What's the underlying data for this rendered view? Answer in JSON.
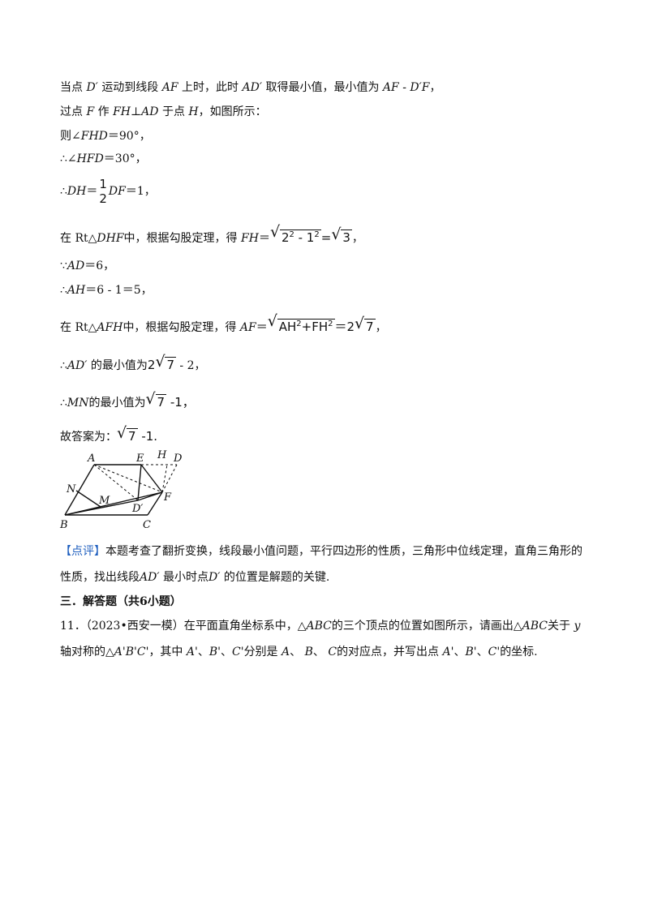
{
  "lines": {
    "l1": {
      "a": "当点",
      "b": "D′",
      "c": "运动到线段",
      "d": "AF",
      "e": "上时，此时",
      "f": "AD′",
      "g": "取得最小值，最小值为",
      "h": "AF - D′F",
      "i": "，"
    },
    "l2": {
      "a": "过点",
      "b": "F",
      "c": "作",
      "d": "FH⊥AD",
      "e": "于点",
      "f": "H",
      "g": "，如图所示："
    },
    "l3": {
      "a": "则∠",
      "b": "FHD",
      "c": "＝90°，"
    },
    "l4": {
      "a": "∴∠",
      "b": "HFD",
      "c": "＝30°，"
    },
    "l5": {
      "a": "∴",
      "b": "DH",
      "c": "＝",
      "num": "1",
      "den": "2",
      "d": "DF",
      "e": "＝1，"
    },
    "l6": {
      "a": "在 Rt△",
      "b": "DHF",
      "c": "中，根据勾股定理，得",
      "d": "FH",
      "e": "＝",
      "r1": "2",
      "s1": "2",
      "r2": " - 1",
      "s2": "2",
      "f": "=",
      "g": "3",
      "h": "，"
    },
    "l7": {
      "a": "∵",
      "b": "AD",
      "c": "＝6，"
    },
    "l8": {
      "a": "∴",
      "b": "AH",
      "c": "＝6 - 1＝5，"
    },
    "l9": {
      "a": "在 Rt△",
      "b": "AFH",
      "c": "中，根据勾股定理，得",
      "d": "AF",
      "e": "＝",
      "r1": "AH",
      "s1": "2",
      "r2": "+FH",
      "s2": "2",
      "f": "＝2",
      "g": "7",
      "h": "，"
    },
    "l10": {
      "a": "∴",
      "b": "AD′",
      "c": "的最小值为",
      "d": "2",
      "e": "7",
      "f": " - 2，"
    },
    "l11": {
      "a": "∴",
      "b": "MN",
      "c": "的最小值为",
      "d": "7",
      "e": " -1，"
    },
    "l12": {
      "a": "故答案为：",
      "b": "7",
      "c": " -1."
    }
  },
  "diagram_labels": {
    "A": "A",
    "E": "E",
    "H": "H",
    "D": "D",
    "N": "N",
    "M": "M",
    "Dp": "D′",
    "F": "F",
    "B": "B",
    "C": "C"
  },
  "comment": {
    "tag": "【点评】",
    "text1": "本题考查了翻折变换，线段最小值问题，平行四边形的性质，三角形中位线定理，直角三角形的",
    "text2a": "性质，找出线段",
    "text2b": "AD′",
    "text2c": "最小时点",
    "text2d": "D′",
    "text2e": "的位置是解题的关键."
  },
  "section": "三．解答题（共6小题）",
  "problem": {
    "l1a": "11．（2023•西安一模）在平面直角坐标系中，△",
    "l1b": "ABC",
    "l1c": "的三个顶点的位置如图所示，请画出△",
    "l1d": "ABC",
    "l1e": "关于",
    "l1f": "y",
    "l2a": "轴对称的△",
    "l2b": "A'B'C'",
    "l2c": "，其中",
    "l2d": "A'",
    "l2e": "、",
    "l2f": "B'",
    "l2g": "、",
    "l2h": "C'",
    "l2i": "分别是",
    "l2j": "A",
    "l2k": "、",
    "l2l": "B",
    "l2m": "、",
    "l2n": "C",
    "l2o": "的对应点，并写出点",
    "l2p": "A'",
    "l2q": "、",
    "l2r": "B'",
    "l2s": "、",
    "l2t": "C'",
    "l2u": "的坐标."
  },
  "colors": {
    "accent": "#1f5fbf",
    "text": "#111111"
  }
}
